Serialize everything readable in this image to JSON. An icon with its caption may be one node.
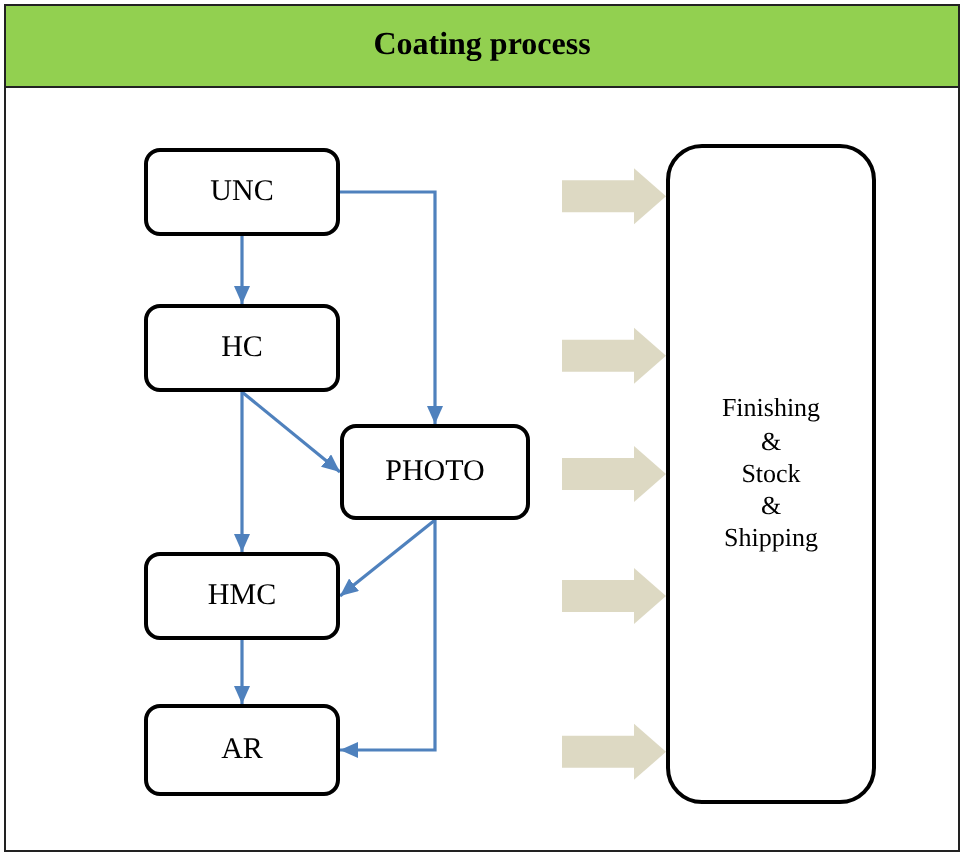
{
  "diagram": {
    "nodes": [
      {
        "text": [
          "Coating process"
        ]
      },
      {
        "text": [
          "UNC"
        ],
        "in": 0
      },
      {
        "text": [
          "HC"
        ],
        "in": 0
      },
      {
        "text": [
          "PHOTO"
        ],
        "in": 0
      },
      {
        "text": [
          "HMC"
        ],
        "in": 0
      },
      {
        "text": [
          "AR"
        ],
        "in": 0
      },
      {
        "text": [
          "Finishing & Stock & Shipping"
        ],
        "in": 0
      }
    ],
    "edges": [
      {
        "from": 1,
        "to": 2,
        "arrow": "to"
      },
      {
        "from": 1,
        "to": 3,
        "arrow": "to"
      },
      {
        "from": 2,
        "to": 3,
        "arrow": "to"
      },
      {
        "from": 2,
        "to": 4,
        "arrow": "to"
      },
      {
        "from": 3,
        "to": 4,
        "arrow": "to"
      },
      {
        "from": 3,
        "to": 5,
        "arrow": "to"
      },
      {
        "from": 4,
        "to": 5,
        "arrow": "to"
      },
      {
        "from": null,
        "to": 6,
        "arrow": "to",
        "style": "thick",
        "color": "#ddd9c3"
      },
      {
        "from": null,
        "to": 6,
        "arrow": "to",
        "style": "thick",
        "color": "#ddd9c3"
      },
      {
        "from": null,
        "to": 6,
        "arrow": "to",
        "style": "thick",
        "color": "#ddd9c3"
      },
      {
        "from": null,
        "to": 6,
        "arrow": "to",
        "style": "thick",
        "color": "#ddd9c3"
      },
      {
        "from": null,
        "to": 6,
        "arrow": "to",
        "style": "thick",
        "color": "#ddd9c3"
      }
    ]
  }
}
